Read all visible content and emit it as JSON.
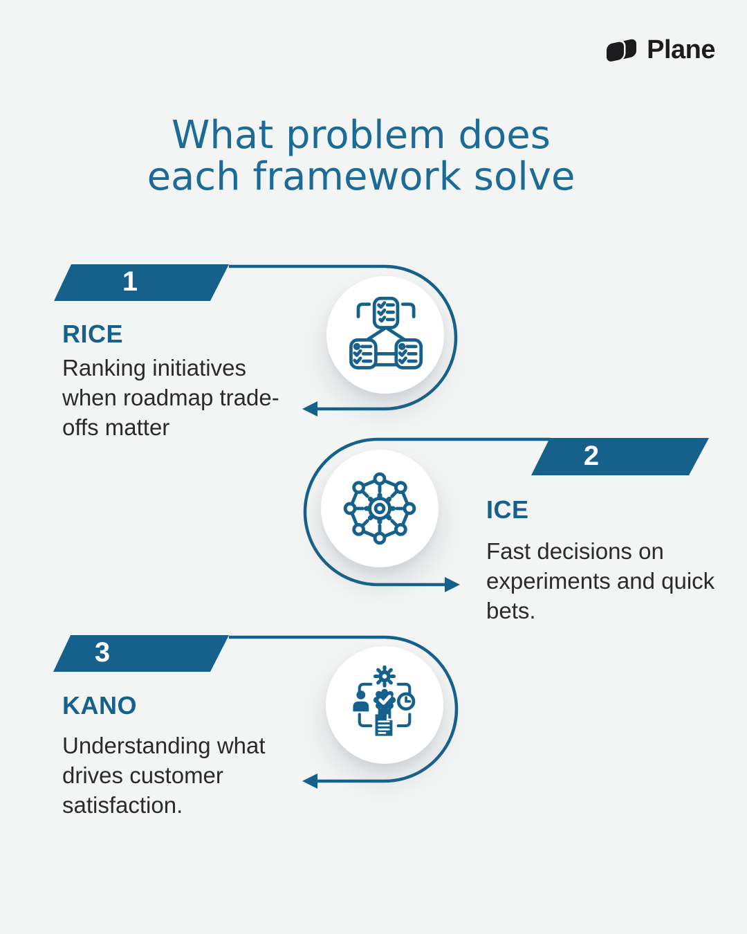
{
  "colors": {
    "background": "#f3f4f4",
    "accent_teal": "#15618b",
    "title_teal": "#1b6b96",
    "body_text": "#2a2a2a",
    "logo_dark": "#1c1c1e",
    "banner_number_white": "#ffffff"
  },
  "logo": {
    "text": "Plane",
    "icon": "plane-logo-icon"
  },
  "title": {
    "line1": "What problem does",
    "line2": "each framework solve"
  },
  "sections": [
    {
      "number": "1",
      "name": "RICE",
      "description": "Ranking initiatives when roadmap trade-offs matter",
      "icon": "checklist-hierarchy-icon"
    },
    {
      "number": "2",
      "name": "ICE",
      "description": "Fast decisions on experiments and quick bets.",
      "icon": "gear-network-icon"
    },
    {
      "number": "3",
      "name": "KANO",
      "description": "Understanding what drives customer satisfaction.",
      "icon": "customer-satisfaction-icon"
    }
  ]
}
